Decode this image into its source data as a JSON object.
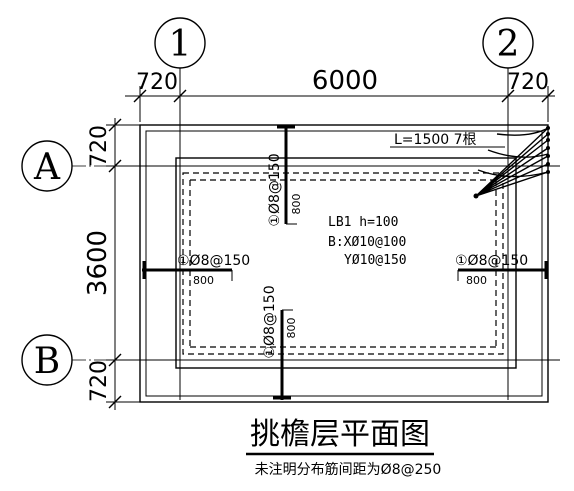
{
  "axes": {
    "col_1": "1",
    "col_2": "2",
    "row_a": "A",
    "row_b": "B"
  },
  "dimensions": {
    "top_left": "720",
    "top_main": "6000",
    "top_right": "720",
    "left_top": "720",
    "left_main": "3600",
    "left_bottom": "720"
  },
  "labels": {
    "top_bar": "①Ø8@150",
    "top_len": "800",
    "bottom_bar": "①Ø8@150",
    "bottom_len": "800",
    "left_bar": "①Ø8@150",
    "left_len": "800",
    "right_bar": "①Ø8@150",
    "right_len": "800",
    "corner": "L=1500  7根",
    "slab_name": "LB1  h=100",
    "slab_x": "B:XØ10@100",
    "slab_y": "YØ10@150"
  },
  "title": "挑檐层平面图",
  "note": "未注明分布筋间距为Ø8@250"
}
